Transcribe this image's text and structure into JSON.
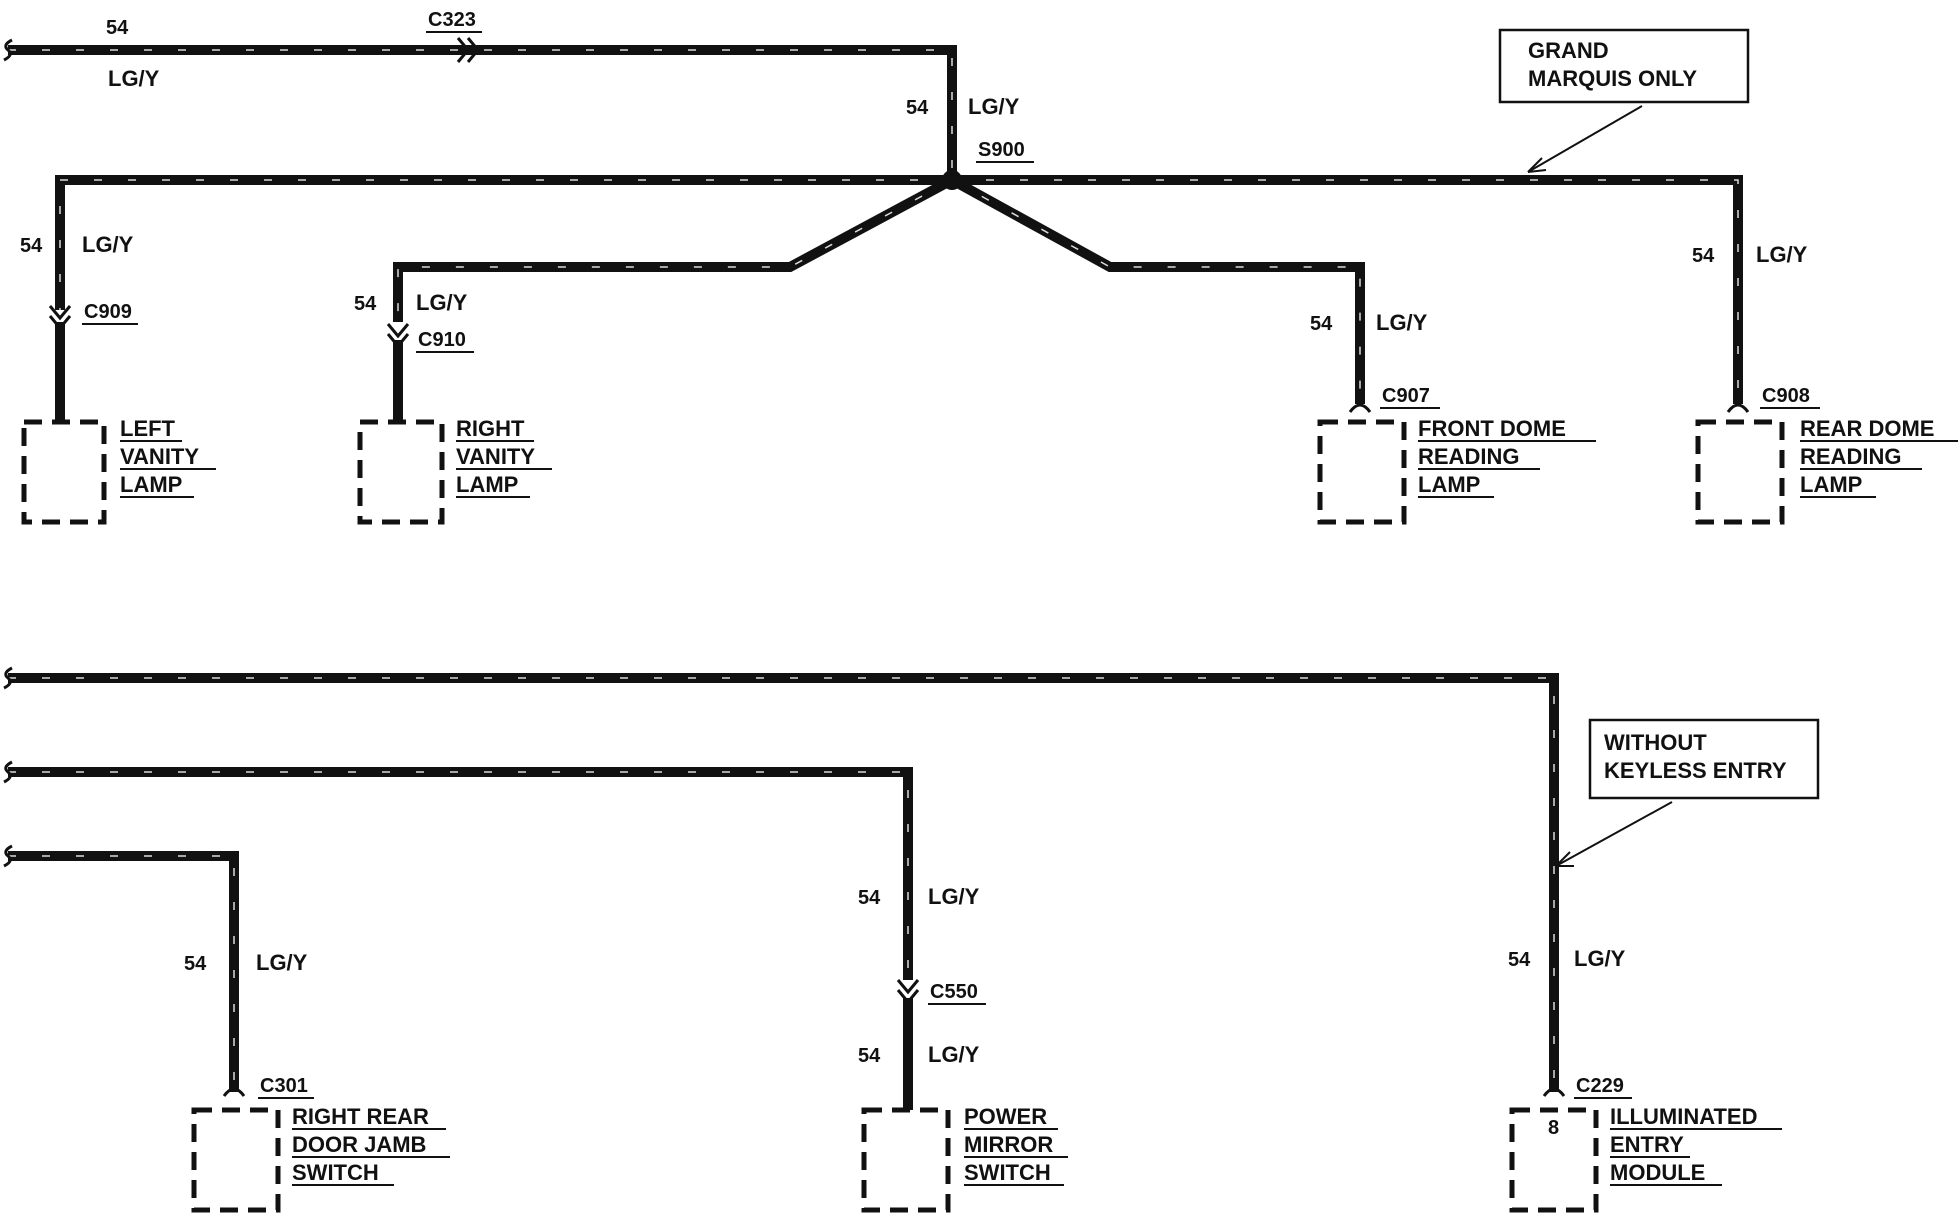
{
  "diagram": {
    "circuit": "54",
    "color": "LG/Y",
    "splice": "S900",
    "notes": {
      "grand_marquis_line1": "GRAND",
      "grand_marquis_line2": "MARQUIS ONLY",
      "keyless_line1": "WITHOUT",
      "keyless_line2": "KEYLESS ENTRY"
    },
    "connectors": {
      "c323": "C323",
      "c909": "C909",
      "c910": "C910",
      "c907": "C907",
      "c908": "C908",
      "c301": "C301",
      "c550": "C550",
      "c229": "C229"
    },
    "pin_c229": "8",
    "components": {
      "left_vanity": [
        "LEFT",
        "VANITY",
        "LAMP"
      ],
      "right_vanity": [
        "RIGHT",
        "VANITY",
        "LAMP"
      ],
      "front_dome": [
        "FRONT DOME",
        "READING",
        "LAMP"
      ],
      "rear_dome": [
        "REAR DOME",
        "READING",
        "LAMP"
      ],
      "rr_door_jamb": [
        "RIGHT REAR",
        "DOOR JAMB",
        "SWITCH"
      ],
      "power_mirror": [
        "POWER",
        "MIRROR",
        "SWITCH"
      ],
      "illum_entry": [
        "ILLUMINATED",
        "ENTRY",
        "MODULE"
      ]
    }
  }
}
